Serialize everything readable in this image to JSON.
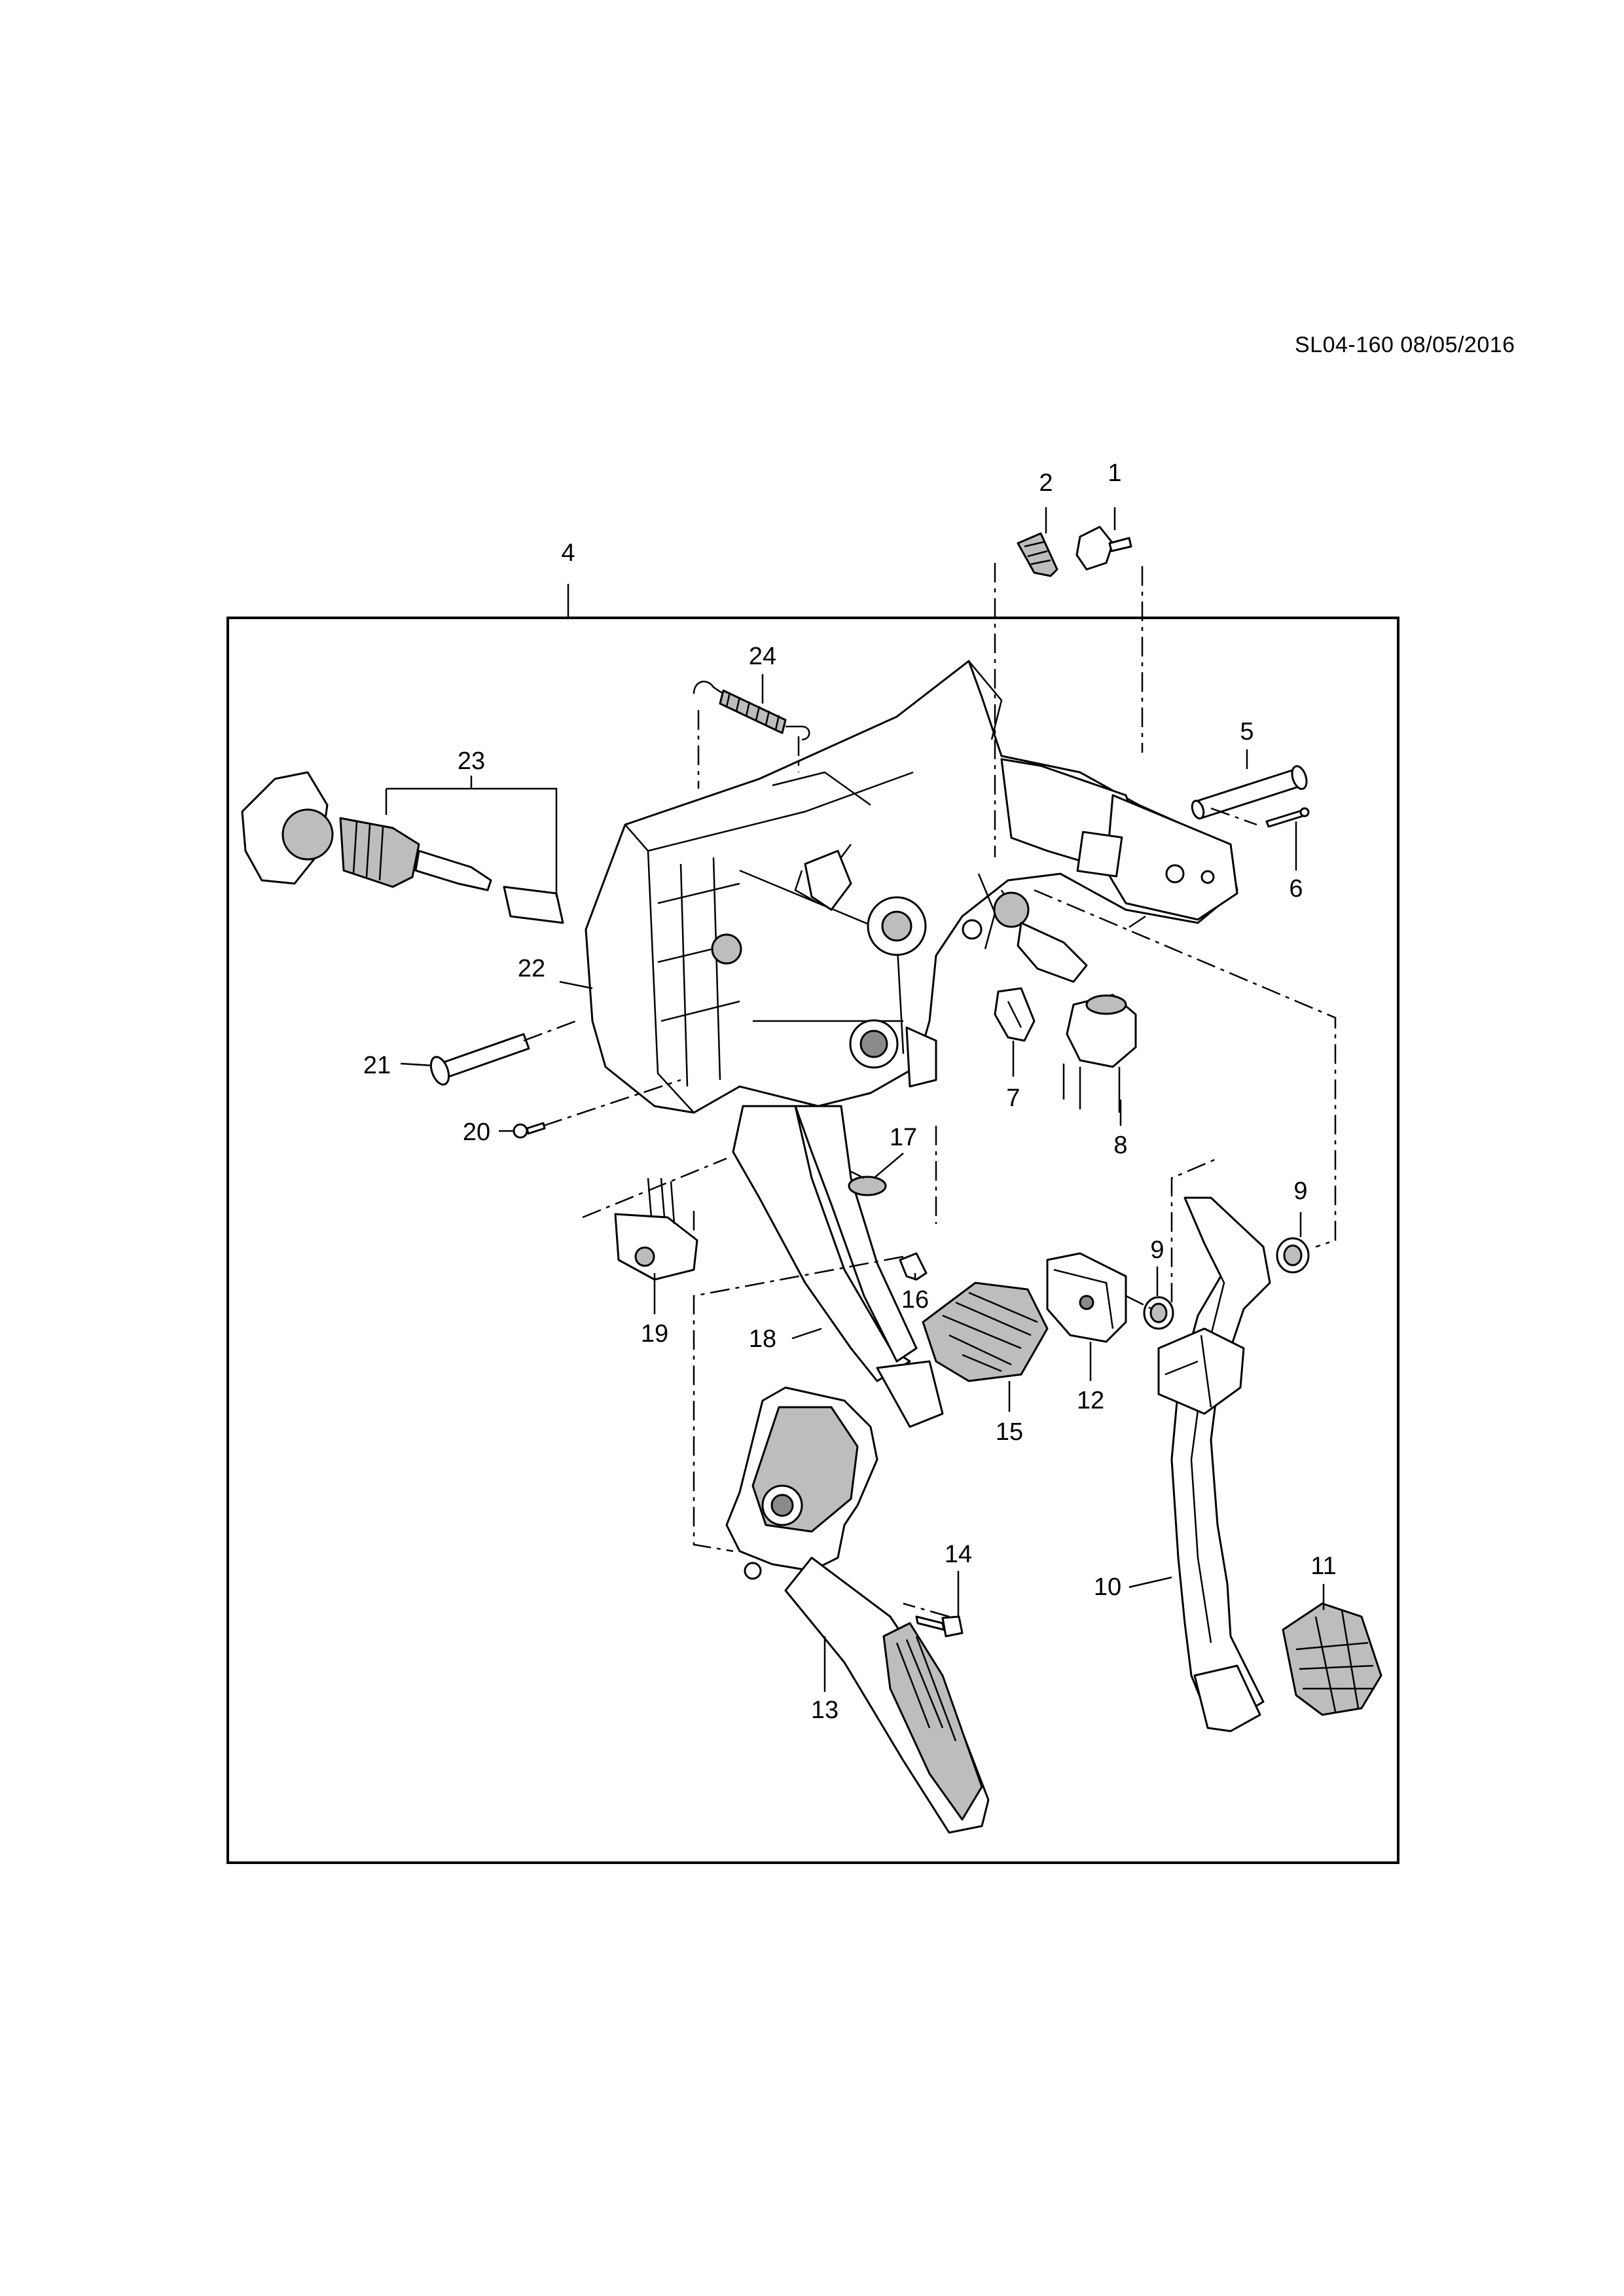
{
  "document": {
    "ref": "SL04-160 08/05/2016"
  },
  "callouts": [
    {
      "id": "1",
      "label": "1"
    },
    {
      "id": "2",
      "label": "2"
    },
    {
      "id": "4",
      "label": "4"
    },
    {
      "id": "5",
      "label": "5"
    },
    {
      "id": "6",
      "label": "6"
    },
    {
      "id": "7",
      "label": "7"
    },
    {
      "id": "8",
      "label": "8"
    },
    {
      "id": "9a",
      "label": "9"
    },
    {
      "id": "9b",
      "label": "9"
    },
    {
      "id": "10",
      "label": "10"
    },
    {
      "id": "11",
      "label": "11"
    },
    {
      "id": "12",
      "label": "12"
    },
    {
      "id": "13",
      "label": "13"
    },
    {
      "id": "14",
      "label": "14"
    },
    {
      "id": "15",
      "label": "15"
    },
    {
      "id": "16",
      "label": "16"
    },
    {
      "id": "17",
      "label": "17"
    },
    {
      "id": "18",
      "label": "18"
    },
    {
      "id": "19",
      "label": "19"
    },
    {
      "id": "20",
      "label": "20"
    },
    {
      "id": "21",
      "label": "21"
    },
    {
      "id": "22",
      "label": "22"
    },
    {
      "id": "23",
      "label": "23"
    },
    {
      "id": "24",
      "label": "24"
    }
  ]
}
